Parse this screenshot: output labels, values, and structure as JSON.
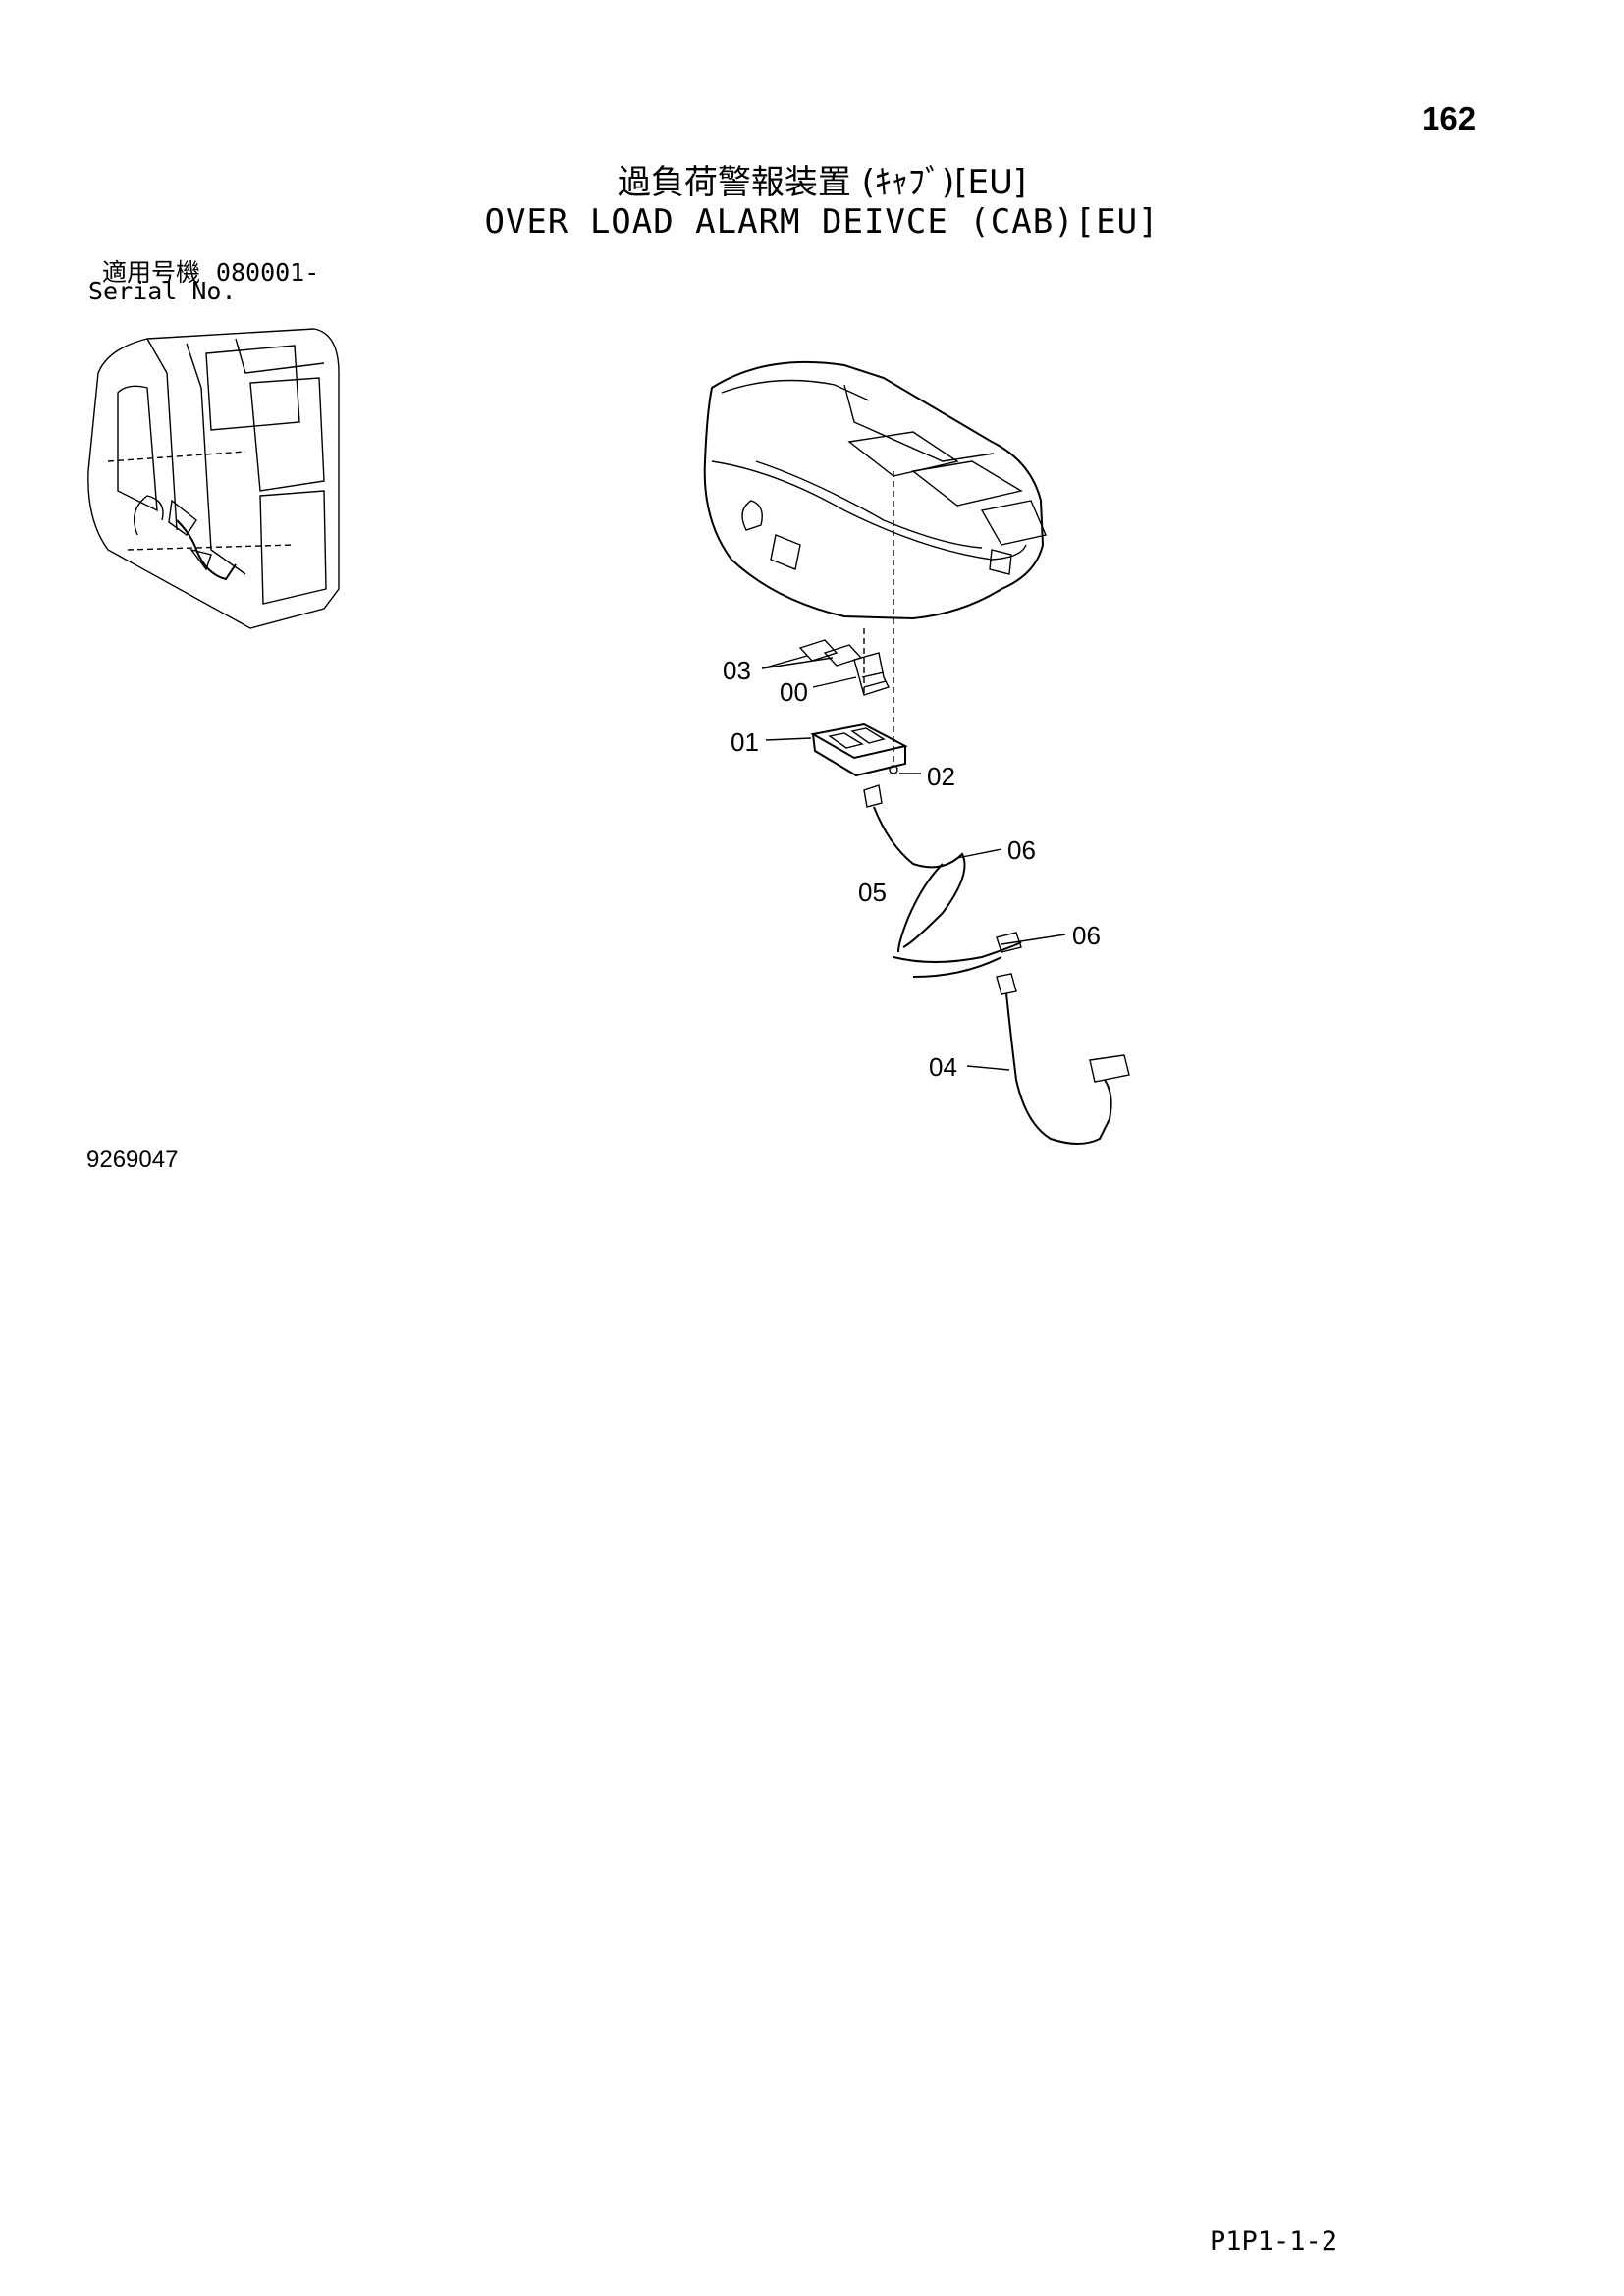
{
  "header": {
    "page_number": "162",
    "title_jp": "過負荷警報装置 (ｷｬﾌﾞ)[EU]",
    "title_en": "OVER  LOAD ALARM DEIVCE (CAB)[EU]"
  },
  "serial": {
    "label_jp": "適用号機",
    "range": "080001-",
    "label_en": "Serial No."
  },
  "drawing": {
    "number": "9269047",
    "callouts": [
      "03",
      "00",
      "01",
      "02",
      "06",
      "05",
      "06",
      "04"
    ]
  },
  "footer": {
    "code": "P1P1-1-2"
  }
}
